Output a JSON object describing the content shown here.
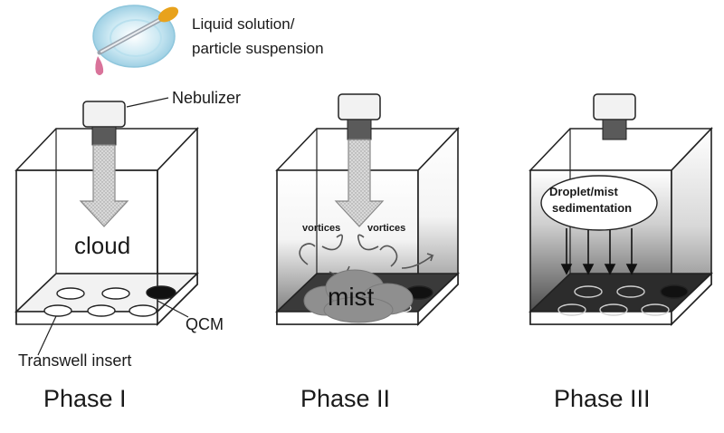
{
  "labels": {
    "liquid_line1": "Liquid solution/",
    "liquid_line2": "particle suspension",
    "nebulizer": "Nebulizer",
    "cloud": "cloud",
    "qcm": "QCM",
    "transwell": "Transwell insert",
    "vortices_left": "vortices",
    "vortices_right": "vortices",
    "mist": "mist",
    "droplet_line1": "Droplet/mist",
    "droplet_line2": "sedimentation"
  },
  "phases": [
    "Phase I",
    "Phase II",
    "Phase III"
  ],
  "colors": {
    "outline": "#222222",
    "arrow_fill": "#d8d8d8",
    "mist_gray": "#8c8c8c",
    "dark_gray": "#555555",
    "dropper_bulb": "#e8a21c",
    "drop_pink": "#d9739a",
    "petri_blue": "#a9d8ea"
  }
}
